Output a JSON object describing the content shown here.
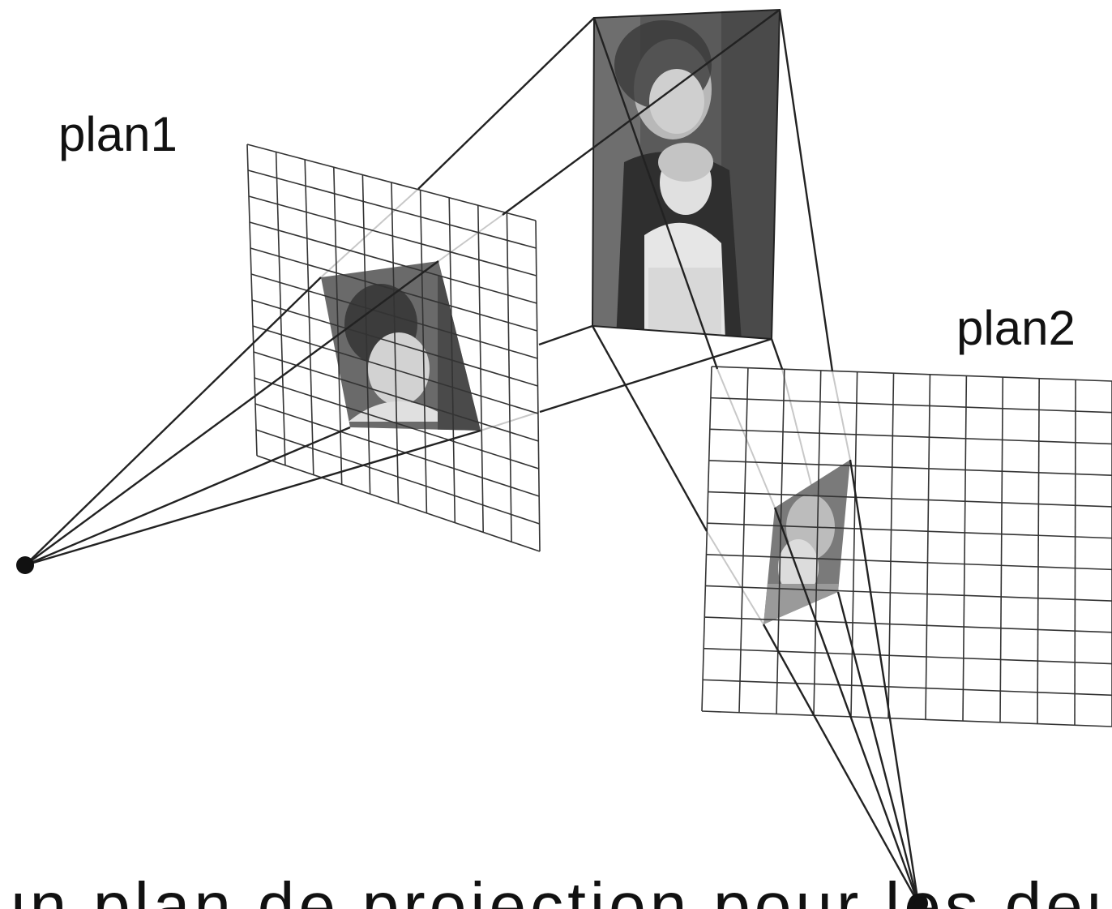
{
  "labels": {
    "plan1": "plan1",
    "plan2": "plan2",
    "caption": "un plan de projection pour les deux"
  },
  "colors": {
    "background": "#ffffff",
    "line": "#222222",
    "grid": "#333333",
    "faint_line": "#c8c8c8",
    "photo_dark": "#3a3a3a",
    "photo_mid": "#8a8a8a",
    "photo_light": "#d6d6d6"
  },
  "grids": {
    "plan1": {
      "columns": 10,
      "rows": 12
    },
    "plan2": {
      "columns": 11,
      "rows": 11
    }
  },
  "icons": [
    "camera-center-point",
    "photo-source",
    "photo-projection"
  ]
}
